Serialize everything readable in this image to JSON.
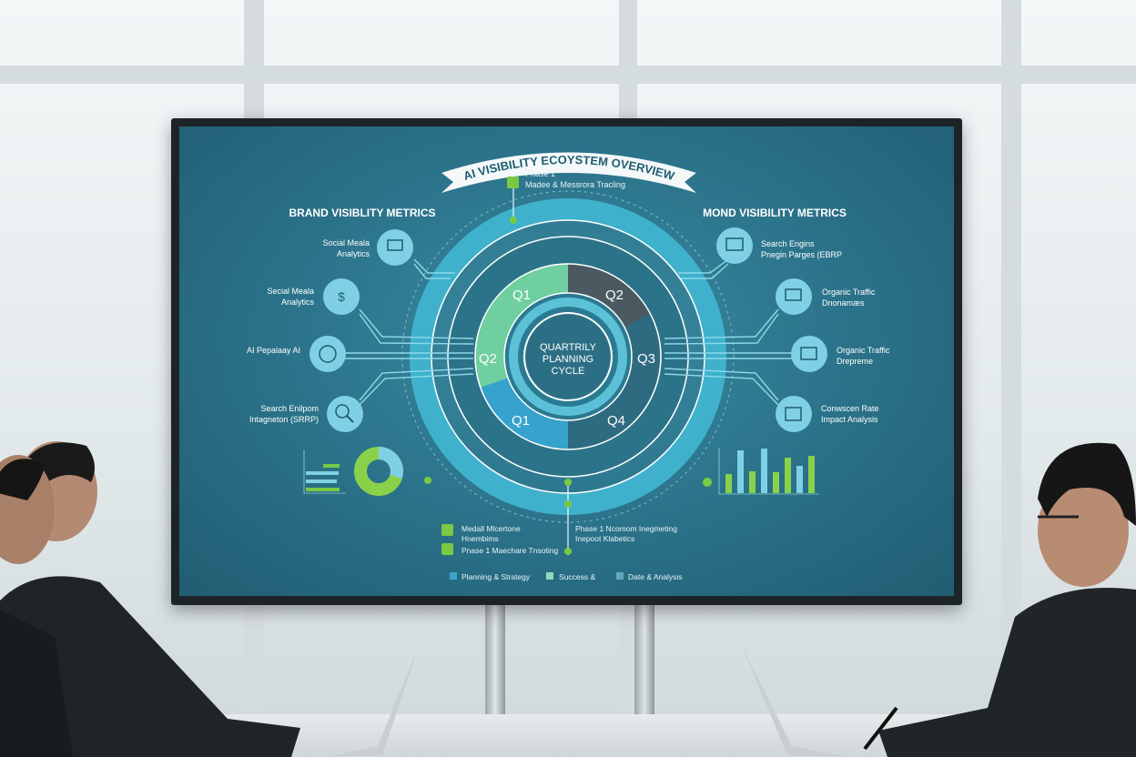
{
  "banner_title": "AI VISIBILITY ECOYSTEM OVERVIEW",
  "phase_top": {
    "line1": "Phase 1",
    "line2": "Madee & Messrora Tracling"
  },
  "left_heading": "BRAND VISIBLITY METRICS",
  "right_heading": "MOND VISIBILITY METRICS",
  "left_items": [
    {
      "line1": "Social Meala",
      "line2": "Analytics",
      "icon": "dashboard-user-icon"
    },
    {
      "line1": "Secial Meala",
      "line2": "Analytics",
      "icon": "dollar-pen-icon"
    },
    {
      "line1": "AI Pepalaay AI",
      "line2": "",
      "icon": "refresh-dollar-icon"
    },
    {
      "line1": "Search Enilpom",
      "line2": "Intagneton (SRRP)",
      "icon": "search-icon"
    }
  ],
  "right_items": [
    {
      "line1": "Search Engins",
      "line2": "Pnegin Parges (EBRP",
      "icon": "browser-cursor-icon"
    },
    {
      "line1": "Organic Traffic",
      "line2": "Dnonamæs",
      "icon": "monitor-icon"
    },
    {
      "line1": "Organic Traffic",
      "line2": "Drepreme",
      "icon": "screen-person-icon"
    },
    {
      "line1": "Conwscen Rate",
      "line2": "Impact Analysis",
      "icon": "funnel-chart-icon"
    }
  ],
  "quadrants": [
    "Q1",
    "Q2",
    "Q3",
    "Q4",
    "Q1",
    "Q2"
  ],
  "center_label": [
    "QUARTRILY",
    "PLANNING",
    "CYCLE"
  ],
  "milestones": [
    {
      "line1": "Medall Mlcertone",
      "line2": "Hnembims",
      "checked": true
    },
    {
      "line1": "Pnase 1 Maechare Tnsoting",
      "line2": "",
      "checked": true
    }
  ],
  "phase_bottom": {
    "line1": "Phase 1 Ncomom Inegmeting",
    "line2": "Inepoot Klabetics"
  },
  "legend": [
    {
      "label": "Planning & Strategy",
      "color": "#3aa6c9"
    },
    {
      "label": "Success &",
      "color": "#8fd6c2"
    },
    {
      "label": "Date & Analysis",
      "color": "#5fa8b4"
    }
  ],
  "colors": {
    "green": "#7ac943",
    "teal_light": "#7ed3e6",
    "q_green": "#6fcf9f",
    "q_dark": "#4b5a60",
    "q_blue": "#36a3cf"
  }
}
